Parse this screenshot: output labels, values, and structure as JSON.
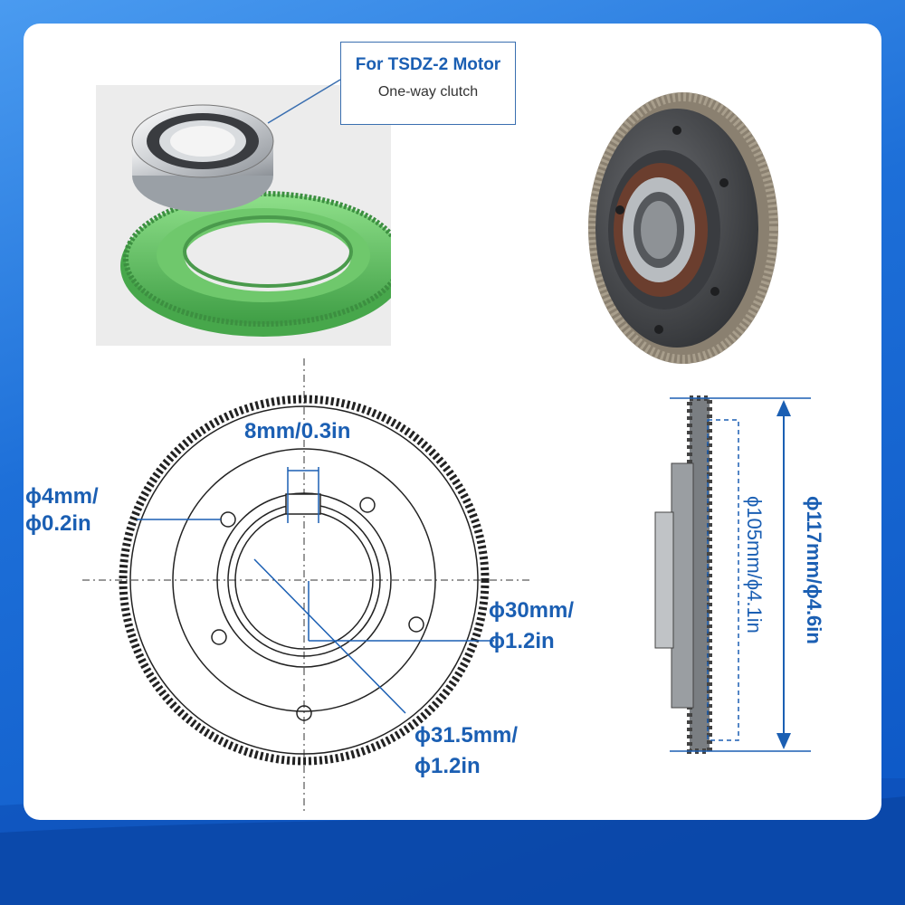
{
  "callout": {
    "title": "For TSDZ-2 Motor",
    "subtitle": "One-way clutch"
  },
  "dimensions": {
    "keyway": "8mm/0.3in",
    "hole_line1": "ϕ4mm/",
    "hole_line2": "ϕ0.2in",
    "bore_line1": "ϕ30mm/",
    "bore_line2": "ϕ1.2in",
    "bearing_line1": "ϕ31.5mm/",
    "bearing_line2": "ϕ1.2in",
    "inner_dia": "ϕ105mm/ϕ4.1in",
    "outer_dia": "ϕ117mm/ϕ4.6in"
  },
  "colors": {
    "accent": "#1b5fb3",
    "gear_green": "#5cb85c",
    "background": "#1d6fd8"
  }
}
